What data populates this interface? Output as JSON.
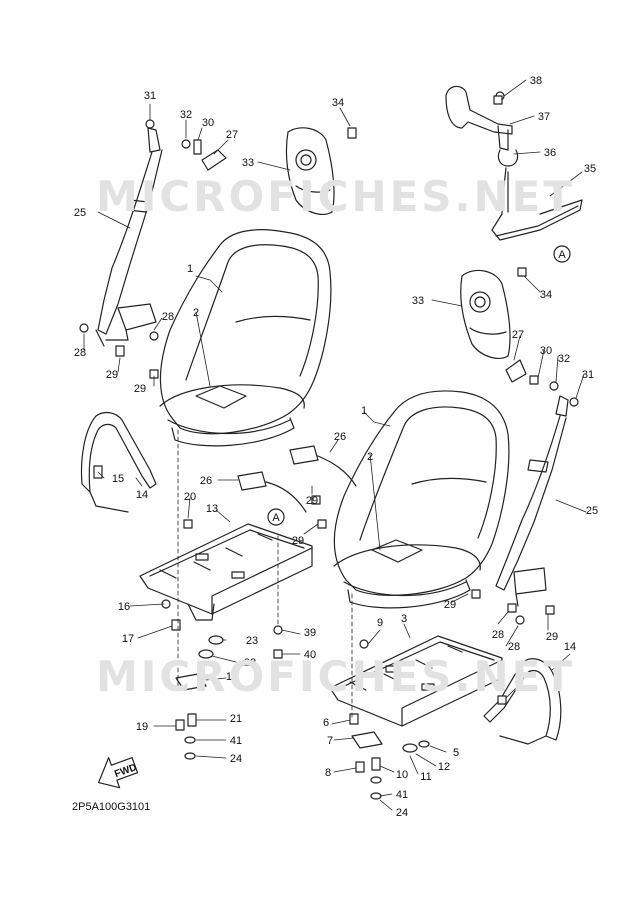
{
  "watermark": "MICROFICHES.NET",
  "diagram_code": "2P5A100G3101",
  "fwd_label": "FWD",
  "ref_mark": "A",
  "callouts": [
    {
      "id": "c31a",
      "text": "31"
    },
    {
      "id": "c32a",
      "text": "32"
    },
    {
      "id": "c30a",
      "text": "30"
    },
    {
      "id": "c27a",
      "text": "27"
    },
    {
      "id": "c34a",
      "text": "34"
    },
    {
      "id": "c33a",
      "text": "33"
    },
    {
      "id": "c38",
      "text": "38"
    },
    {
      "id": "c37",
      "text": "37"
    },
    {
      "id": "c36",
      "text": "36"
    },
    {
      "id": "c35",
      "text": "35"
    },
    {
      "id": "c25a",
      "text": "25"
    },
    {
      "id": "c1a",
      "text": "1"
    },
    {
      "id": "c2a",
      "text": "2"
    },
    {
      "id": "c28a",
      "text": "28"
    },
    {
      "id": "c28b",
      "text": "28"
    },
    {
      "id": "c29a",
      "text": "29"
    },
    {
      "id": "c29b",
      "text": "29"
    },
    {
      "id": "c34b",
      "text": "34"
    },
    {
      "id": "c33b",
      "text": "33"
    },
    {
      "id": "c27b",
      "text": "27"
    },
    {
      "id": "c30b",
      "text": "30"
    },
    {
      "id": "c32b",
      "text": "32"
    },
    {
      "id": "c31b",
      "text": "31"
    },
    {
      "id": "c1b",
      "text": "1"
    },
    {
      "id": "c2b",
      "text": "2"
    },
    {
      "id": "c26a",
      "text": "26"
    },
    {
      "id": "c26b",
      "text": "26"
    },
    {
      "id": "c29c",
      "text": "29"
    },
    {
      "id": "c29d",
      "text": "29"
    },
    {
      "id": "c15",
      "text": "15"
    },
    {
      "id": "c14a",
      "text": "14"
    },
    {
      "id": "c20",
      "text": "20"
    },
    {
      "id": "c13",
      "text": "13"
    },
    {
      "id": "c25b",
      "text": "25"
    },
    {
      "id": "c16",
      "text": "16"
    },
    {
      "id": "c17",
      "text": "17"
    },
    {
      "id": "c23",
      "text": "23"
    },
    {
      "id": "c39",
      "text": "39"
    },
    {
      "id": "c22",
      "text": "22"
    },
    {
      "id": "c40",
      "text": "40"
    },
    {
      "id": "c18",
      "text": "18"
    },
    {
      "id": "c29e",
      "text": "29"
    },
    {
      "id": "c28c",
      "text": "28"
    },
    {
      "id": "c29f",
      "text": "29"
    },
    {
      "id": "c28d",
      "text": "28"
    },
    {
      "id": "c9",
      "text": "9"
    },
    {
      "id": "c3",
      "text": "3"
    },
    {
      "id": "c14b",
      "text": "14"
    },
    {
      "id": "c4",
      "text": "4"
    },
    {
      "id": "c19",
      "text": "19"
    },
    {
      "id": "c21",
      "text": "21"
    },
    {
      "id": "c41a",
      "text": "41"
    },
    {
      "id": "c24a",
      "text": "24"
    },
    {
      "id": "c6",
      "text": "6"
    },
    {
      "id": "c7",
      "text": "7"
    },
    {
      "id": "c5",
      "text": "5"
    },
    {
      "id": "c12",
      "text": "12"
    },
    {
      "id": "c8",
      "text": "8"
    },
    {
      "id": "c10",
      "text": "10"
    },
    {
      "id": "c11",
      "text": "11"
    },
    {
      "id": "c41b",
      "text": "41"
    },
    {
      "id": "c24b",
      "text": "24"
    }
  ]
}
